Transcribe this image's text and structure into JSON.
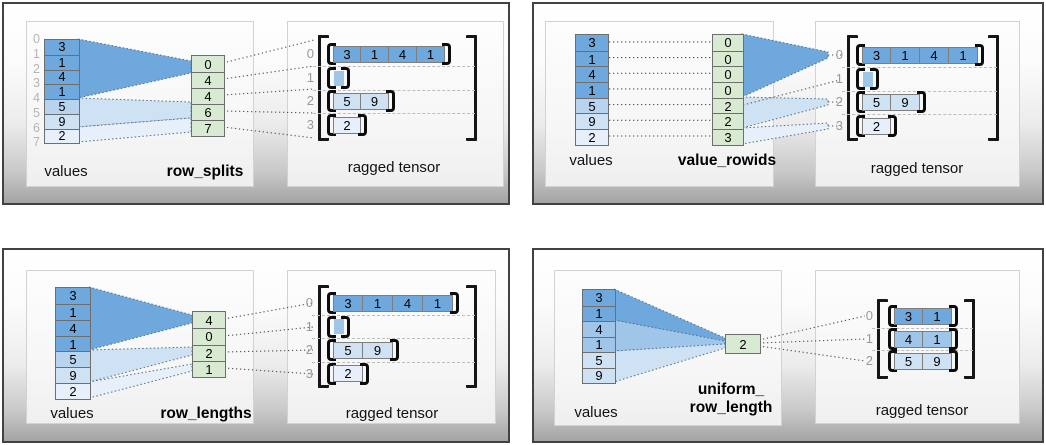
{
  "figure": {
    "colors": {
      "dark": "#6fa8dc",
      "medium": "#9fc5e8",
      "light1": "#b7d3ee",
      "light2": "#cfe2f3",
      "light3": "#e7f0fa",
      "green": "#d9ead3"
    },
    "panels": [
      {
        "id": "row_splits",
        "values": {
          "label": "values",
          "indices": [
            "0",
            "1",
            "2",
            "3",
            "4",
            "5",
            "6",
            "7"
          ],
          "cells": [
            {
              "v": "3",
              "shade": "dark"
            },
            {
              "v": "1",
              "shade": "dark"
            },
            {
              "v": "4",
              "shade": "dark"
            },
            {
              "v": "1",
              "shade": "dark"
            },
            {
              "v": "5",
              "shade": "light1"
            },
            {
              "v": "9",
              "shade": "light2"
            },
            {
              "v": "2",
              "shade": "light3"
            }
          ]
        },
        "param": {
          "label": "row_splits",
          "cells": [
            "0",
            "4",
            "4",
            "6",
            "7"
          ]
        },
        "tensor": {
          "label": "ragged tensor",
          "rows": [
            {
              "index": "0",
              "shade": "dark",
              "cells": [
                "3",
                "1",
                "4",
                "1"
              ]
            },
            {
              "index": "1",
              "shade": "medium",
              "cells": []
            },
            {
              "index": "2",
              "shade": "light2",
              "cells": [
                "5",
                "9"
              ]
            },
            {
              "index": "3",
              "shade": "light3",
              "cells": [
                "2"
              ]
            }
          ]
        }
      },
      {
        "id": "value_rowids",
        "values": {
          "label": "values",
          "indices": null,
          "cells": [
            {
              "v": "3",
              "shade": "dark"
            },
            {
              "v": "1",
              "shade": "dark"
            },
            {
              "v": "4",
              "shade": "dark"
            },
            {
              "v": "1",
              "shade": "dark"
            },
            {
              "v": "5",
              "shade": "light1"
            },
            {
              "v": "9",
              "shade": "light2"
            },
            {
              "v": "2",
              "shade": "light3"
            }
          ]
        },
        "param": {
          "label": "value_rowids",
          "cells": [
            "0",
            "0",
            "0",
            "0",
            "2",
            "2",
            "3"
          ]
        },
        "tensor": {
          "label": "ragged tensor",
          "rows": [
            {
              "index": "0",
              "shade": "dark",
              "cells": [
                "3",
                "1",
                "4",
                "1"
              ]
            },
            {
              "index": "1",
              "shade": "medium",
              "cells": []
            },
            {
              "index": "2",
              "shade": "light2",
              "cells": [
                "5",
                "9"
              ]
            },
            {
              "index": "3",
              "shade": "light3",
              "cells": [
                "2"
              ]
            }
          ]
        }
      },
      {
        "id": "row_lengths",
        "values": {
          "label": "values",
          "indices": null,
          "cells": [
            {
              "v": "3",
              "shade": "dark"
            },
            {
              "v": "1",
              "shade": "dark"
            },
            {
              "v": "4",
              "shade": "dark"
            },
            {
              "v": "1",
              "shade": "dark"
            },
            {
              "v": "5",
              "shade": "light1"
            },
            {
              "v": "9",
              "shade": "light2"
            },
            {
              "v": "2",
              "shade": "light3"
            }
          ]
        },
        "param": {
          "label": "row_lengths",
          "cells": [
            "4",
            "0",
            "2",
            "1"
          ]
        },
        "tensor": {
          "label": "ragged tensor",
          "rows": [
            {
              "index": "0",
              "shade": "dark",
              "cells": [
                "3",
                "1",
                "4",
                "1"
              ]
            },
            {
              "index": "1",
              "shade": "medium",
              "cells": []
            },
            {
              "index": "2",
              "shade": "light2",
              "cells": [
                "5",
                "9"
              ]
            },
            {
              "index": "3",
              "shade": "light3",
              "cells": [
                "2"
              ]
            }
          ]
        }
      },
      {
        "id": "uniform_row_length",
        "values": {
          "label": "values",
          "indices": null,
          "cells": [
            {
              "v": "3",
              "shade": "dark"
            },
            {
              "v": "1",
              "shade": "dark"
            },
            {
              "v": "4",
              "shade": "medium"
            },
            {
              "v": "1",
              "shade": "medium"
            },
            {
              "v": "5",
              "shade": "light2"
            },
            {
              "v": "9",
              "shade": "light2"
            }
          ]
        },
        "param": {
          "label": "uniform_\nrow_length",
          "cells": [
            "2"
          ]
        },
        "tensor": {
          "label": "ragged tensor",
          "rows": [
            {
              "index": "0",
              "shade": "dark",
              "cells": [
                "3",
                "1"
              ]
            },
            {
              "index": "1",
              "shade": "medium",
              "cells": [
                "4",
                "1"
              ]
            },
            {
              "index": "2",
              "shade": "light2",
              "cells": [
                "5",
                "9"
              ]
            }
          ]
        }
      }
    ]
  }
}
